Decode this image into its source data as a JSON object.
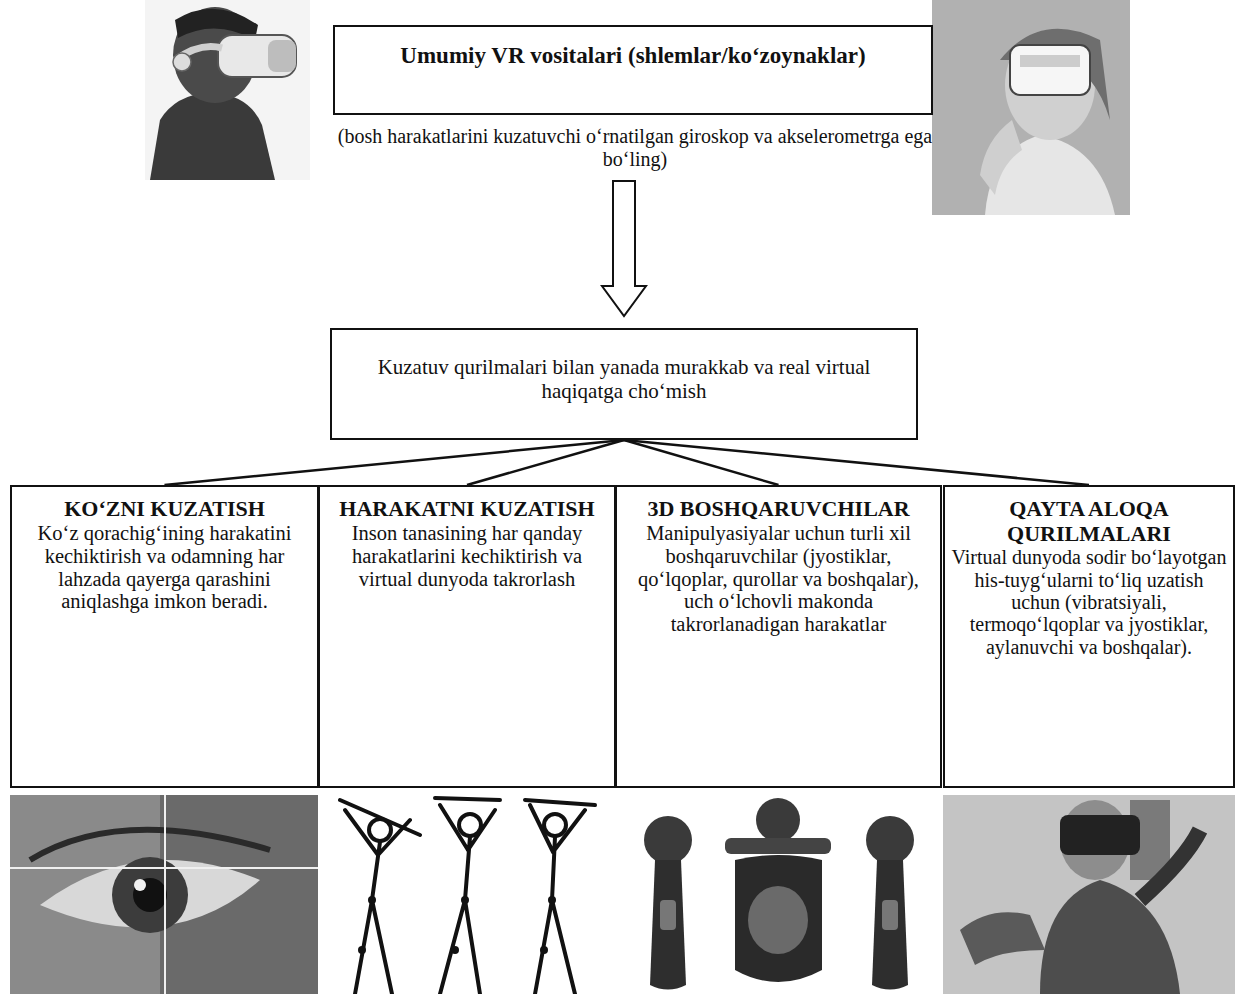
{
  "diagram": {
    "nodes": [
      {
        "text": [
          "Umumiy VR vositalari (shlemlar/ko‘zoynaklar)",
          "(bosh harakatlarini kuzatuvchi o‘rnatilgan giroskop va akselerometrga ega bo‘ling)"
        ]
      },
      {
        "text": [
          "Kuzatuv qurilmalari bilan yanada murakkab va real virtual haqiqatga cho‘mish"
        ]
      },
      {
        "text": [
          "KO‘ZNI KUZATISH",
          "Ko‘z qorachig‘ining harakatini kechiktirish va odamning har lahzada qayerga qarashini aniqlashga imkon beradi."
        ]
      },
      {
        "text": [
          "HARAKATNI KUZATISH",
          "Inson tanasining har qanday harakatlarini kechiktirish va virtual dunyoda takrorlash"
        ]
      },
      {
        "text": [
          "3D BOSHQARUVCHILAR",
          "Manipulyasiyalar uchun turli xil boshqaruvchilar (jyostiklar, qo‘lqoplar, qurollar va boshqalar), uch o‘lchovli makonda takrorlanadigan harakatlar"
        ]
      },
      {
        "text": [
          "QAYTA ALOQA QURILMALARI",
          "Virtual dunyoda sodir bo‘layotgan his-tuyg‘ularni to‘liq uzatish uchun (vibratsiyali, termoqo‘lqoplar va jyostiklar, aylanuvchi va boshqalar)."
        ]
      }
    ],
    "edges": [
      {
        "from": 0,
        "to": 1,
        "arrow": "to"
      },
      {
        "from": 1,
        "to": 2,
        "arrow": "none"
      },
      {
        "from": 1,
        "to": 3,
        "arrow": "none"
      },
      {
        "from": 1,
        "to": 4,
        "arrow": "none"
      },
      {
        "from": 1,
        "to": 5,
        "arrow": "none"
      }
    ]
  }
}
